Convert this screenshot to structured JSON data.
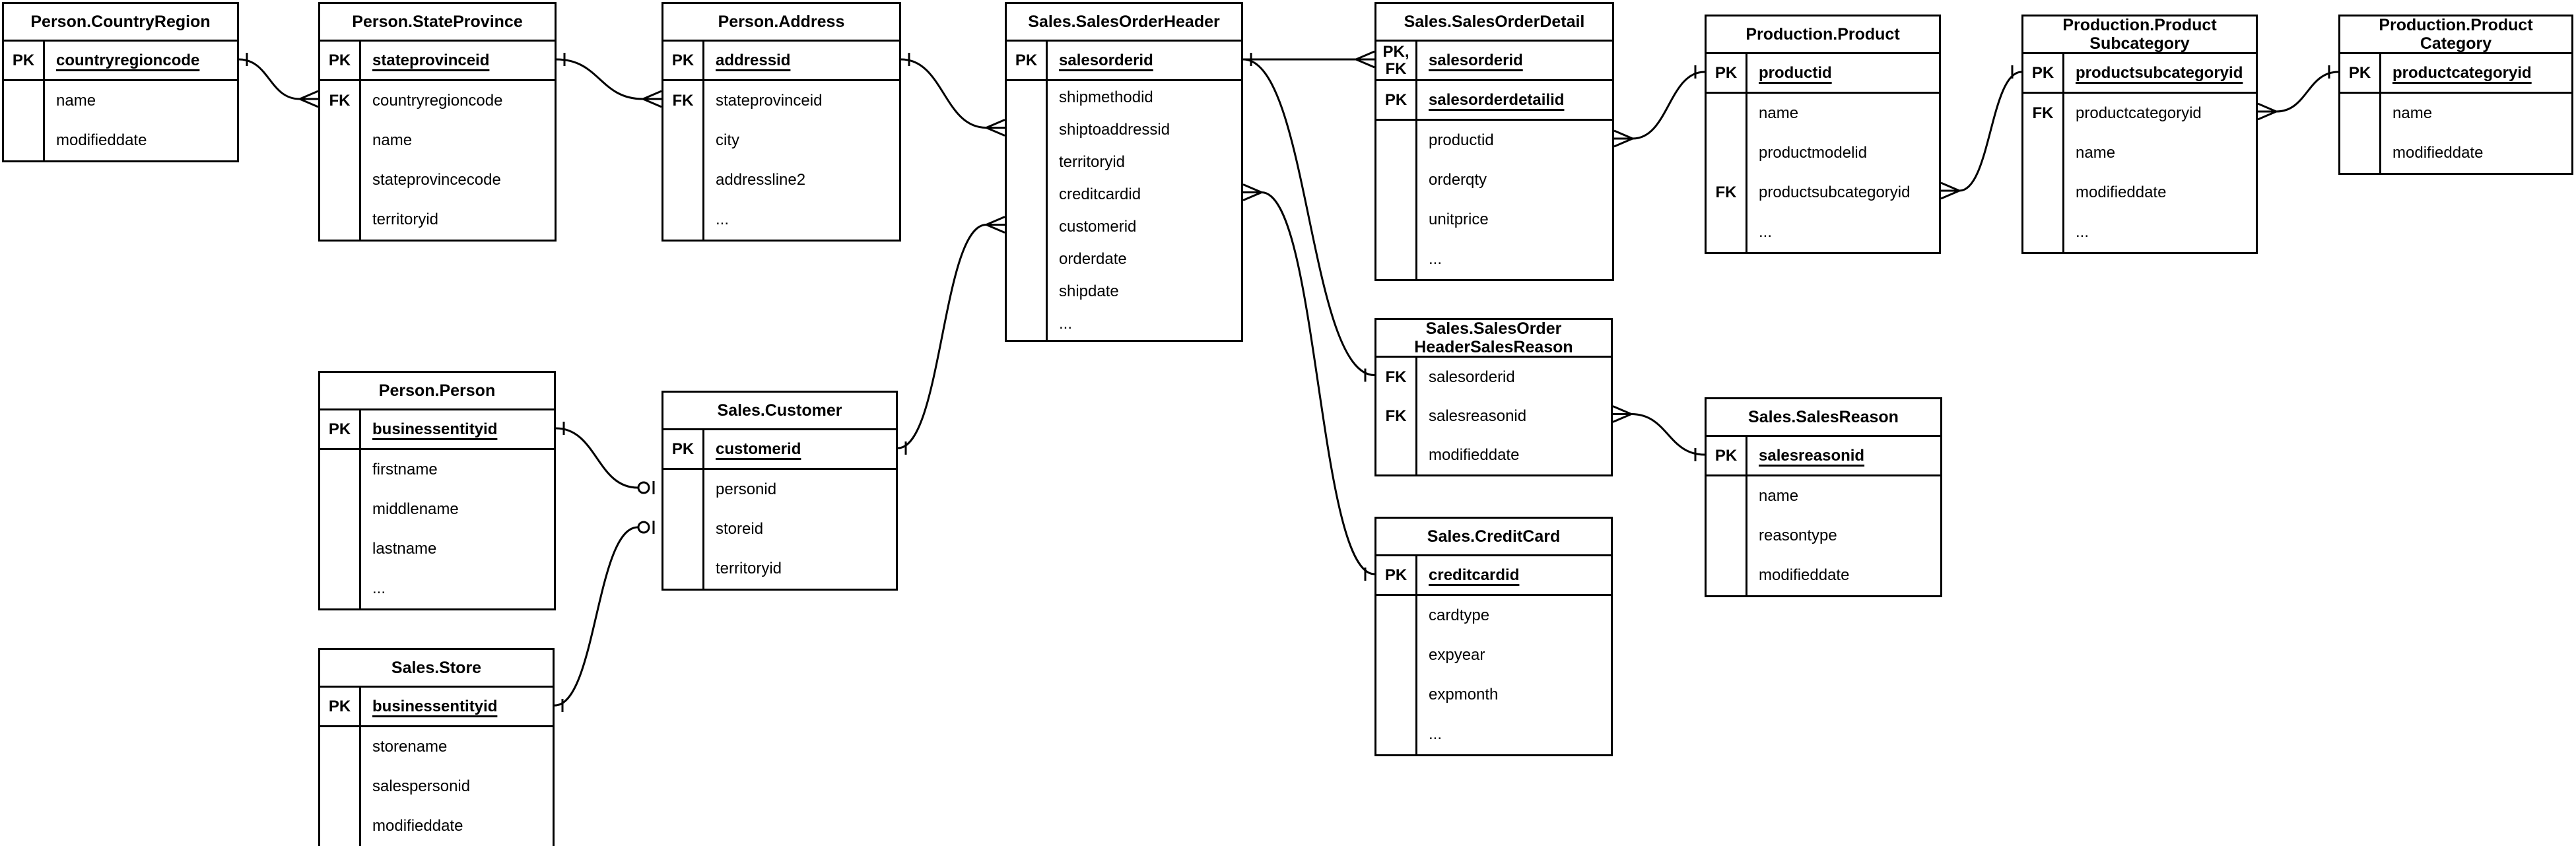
{
  "diagram": {
    "type": "entity-relationship",
    "notation": "crow's foot",
    "colors": {
      "line": "#000000",
      "background": "#ffffff",
      "text": "#000000"
    },
    "tables": [
      {
        "id": "person-countryregion",
        "title_lines": [
          "Person.CountryRegion"
        ],
        "key_rows": [
          {
            "key_lines": [
              "PK"
            ],
            "name": "countryregioncode"
          }
        ],
        "fields": [
          {
            "key": "",
            "name": "name"
          },
          {
            "key": "",
            "name": "modifieddate"
          }
        ]
      },
      {
        "id": "person-stateprovince",
        "title_lines": [
          "Person.StateProvince"
        ],
        "key_rows": [
          {
            "key_lines": [
              "PK"
            ],
            "name": "stateprovinceid"
          }
        ],
        "fields": [
          {
            "key": "FK",
            "name": "countryregioncode"
          },
          {
            "key": "",
            "name": "name"
          },
          {
            "key": "",
            "name": "stateprovincecode"
          },
          {
            "key": "",
            "name": "territoryid"
          }
        ]
      },
      {
        "id": "person-address",
        "title_lines": [
          "Person.Address"
        ],
        "key_rows": [
          {
            "key_lines": [
              "PK"
            ],
            "name": "addressid"
          }
        ],
        "fields": [
          {
            "key": "FK",
            "name": "stateprovinceid"
          },
          {
            "key": "",
            "name": "city"
          },
          {
            "key": "",
            "name": "addressline2"
          },
          {
            "key": "",
            "name": "..."
          }
        ]
      },
      {
        "id": "sales-salesorderheader",
        "title_lines": [
          "Sales.SalesOrderHeader"
        ],
        "key_rows": [
          {
            "key_lines": [
              "PK"
            ],
            "name": "salesorderid"
          }
        ],
        "fields": [
          {
            "key": "",
            "name": "shipmethodid"
          },
          {
            "key": "",
            "name": "shiptoaddressid"
          },
          {
            "key": "",
            "name": "territoryid"
          },
          {
            "key": "",
            "name": "creditcardid"
          },
          {
            "key": "",
            "name": "customerid"
          },
          {
            "key": "",
            "name": "orderdate"
          },
          {
            "key": "",
            "name": "shipdate"
          },
          {
            "key": "",
            "name": "..."
          }
        ]
      },
      {
        "id": "sales-salesorderdetail",
        "title_lines": [
          "Sales.SalesOrderDetail"
        ],
        "key_rows": [
          {
            "key_lines": [
              "PK,",
              "FK"
            ],
            "name": "salesorderid"
          },
          {
            "key_lines": [
              "PK"
            ],
            "name": "salesorderdetailid"
          }
        ],
        "fields": [
          {
            "key": "",
            "name": "productid"
          },
          {
            "key": "",
            "name": "orderqty"
          },
          {
            "key": "",
            "name": "unitprice"
          },
          {
            "key": "",
            "name": "..."
          }
        ]
      },
      {
        "id": "production-product",
        "title_lines": [
          "Production.Product"
        ],
        "key_rows": [
          {
            "key_lines": [
              "PK"
            ],
            "name": "productid"
          }
        ],
        "fields": [
          {
            "key": "",
            "name": "name"
          },
          {
            "key": "",
            "name": "productmodelid"
          },
          {
            "key": "FK",
            "name": "productsubcategoryid"
          },
          {
            "key": "",
            "name": "..."
          }
        ]
      },
      {
        "id": "production-productsubcategory",
        "title_lines": [
          "Production.Product",
          "Subcategory"
        ],
        "key_rows": [
          {
            "key_lines": [
              "PK"
            ],
            "name": "productsubcategoryid"
          }
        ],
        "fields": [
          {
            "key": "FK",
            "name": "productcategoryid"
          },
          {
            "key": "",
            "name": "name"
          },
          {
            "key": "",
            "name": "modifieddate"
          },
          {
            "key": "",
            "name": "..."
          }
        ]
      },
      {
        "id": "production-productcategory",
        "title_lines": [
          "Production.Product",
          "Category"
        ],
        "key_rows": [
          {
            "key_lines": [
              "PK"
            ],
            "name": "productcategoryid"
          }
        ],
        "fields": [
          {
            "key": "",
            "name": "name"
          },
          {
            "key": "",
            "name": "modifieddate"
          }
        ]
      },
      {
        "id": "person-person",
        "title_lines": [
          "Person.Person"
        ],
        "key_rows": [
          {
            "key_lines": [
              "PK"
            ],
            "name": "businessentityid"
          }
        ],
        "fields": [
          {
            "key": "",
            "name": "firstname"
          },
          {
            "key": "",
            "name": "middlename"
          },
          {
            "key": "",
            "name": "lastname"
          },
          {
            "key": "",
            "name": "..."
          }
        ]
      },
      {
        "id": "sales-customer",
        "title_lines": [
          "Sales.Customer"
        ],
        "key_rows": [
          {
            "key_lines": [
              "PK"
            ],
            "name": "customerid"
          }
        ],
        "fields": [
          {
            "key": "",
            "name": "personid"
          },
          {
            "key": "",
            "name": "storeid"
          },
          {
            "key": "",
            "name": "territoryid"
          }
        ]
      },
      {
        "id": "sales-store",
        "title_lines": [
          "Sales.Store"
        ],
        "key_rows": [
          {
            "key_lines": [
              "PK"
            ],
            "name": "businessentityid"
          }
        ],
        "fields": [
          {
            "key": "",
            "name": "storename"
          },
          {
            "key": "",
            "name": "salespersonid"
          },
          {
            "key": "",
            "name": "modifieddate"
          }
        ]
      },
      {
        "id": "sales-salesorderheadersalesreason",
        "title_lines": [
          "Sales.SalesOrder",
          "HeaderSalesReason"
        ],
        "key_rows": [],
        "fields": [
          {
            "key": "FK",
            "name": "salesorderid"
          },
          {
            "key": "FK",
            "name": "salesreasonid"
          },
          {
            "key": "",
            "name": "modifieddate"
          }
        ]
      },
      {
        "id": "sales-salesreason",
        "title_lines": [
          "Sales.SalesReason"
        ],
        "key_rows": [
          {
            "key_lines": [
              "PK"
            ],
            "name": "salesreasonid"
          }
        ],
        "fields": [
          {
            "key": "",
            "name": "name"
          },
          {
            "key": "",
            "name": "reasontype"
          },
          {
            "key": "",
            "name": "modifieddate"
          }
        ]
      },
      {
        "id": "sales-creditcard",
        "title_lines": [
          "Sales.CreditCard"
        ],
        "key_rows": [
          {
            "key_lines": [
              "PK"
            ],
            "name": "creditcardid"
          }
        ],
        "fields": [
          {
            "key": "",
            "name": "cardtype"
          },
          {
            "key": "",
            "name": "expyear"
          },
          {
            "key": "",
            "name": "expmonth"
          },
          {
            "key": "",
            "name": "..."
          }
        ]
      }
    ],
    "connectors": [
      {
        "from_table": "person-countryregion",
        "from_row": "countryregioncode",
        "from_card": "one",
        "to_table": "person-stateprovince",
        "to_row": "countryregioncode",
        "to_card": "many"
      },
      {
        "from_table": "person-stateprovince",
        "from_row": "stateprovinceid",
        "from_card": "one",
        "to_table": "person-address",
        "to_row": "stateprovinceid",
        "to_card": "many"
      },
      {
        "from_table": "person-address",
        "from_row": "addressid",
        "from_card": "one",
        "to_table": "sales-salesorderheader",
        "to_row": "shiptoaddressid",
        "to_card": "many"
      },
      {
        "from_table": "sales-salesorderheader",
        "from_row": "salesorderid",
        "from_card": "one",
        "to_table": "sales-salesorderdetail",
        "to_row": "salesorderid",
        "to_card": "many"
      },
      {
        "from_table": "sales-salesorderheader",
        "from_row": "salesorderid",
        "from_card": "one",
        "to_table": "sales-salesorderheadersalesreason",
        "to_row": "salesorderid",
        "to_card": "one"
      },
      {
        "from_table": "sales-salesorderheader",
        "from_row": "creditcardid",
        "from_card": "many",
        "to_table": "sales-creditcard",
        "to_row": "creditcardid",
        "to_card": "one"
      },
      {
        "from_table": "sales-customer",
        "from_row": "customerid",
        "from_card": "one",
        "to_table": "sales-salesorderheader",
        "to_row": "customerid",
        "to_card": "many"
      },
      {
        "from_table": "person-person",
        "from_row": "businessentityid",
        "from_card": "one",
        "to_table": "sales-customer",
        "to_row": "personid",
        "to_card": "zero-or-one"
      },
      {
        "from_table": "sales-store",
        "from_row": "businessentityid",
        "from_card": "one",
        "to_table": "sales-customer",
        "to_row": "storeid",
        "to_card": "zero-or-one"
      },
      {
        "from_table": "sales-salesorderheadersalesreason",
        "from_row": "salesreasonid",
        "from_card": "many",
        "to_table": "sales-salesreason",
        "to_row": "salesreasonid",
        "to_card": "one"
      },
      {
        "from_table": "sales-salesorderdetail",
        "from_row": "productid",
        "from_card": "many",
        "to_table": "production-product",
        "to_row": "productid",
        "to_card": "one"
      },
      {
        "from_table": "production-product",
        "from_row": "productsubcategoryid",
        "from_card": "many",
        "to_table": "production-productsubcategory",
        "to_row": "productsubcategoryid",
        "to_card": "one"
      },
      {
        "from_table": "production-productsubcategory",
        "from_row": "productcategoryid",
        "from_card": "many",
        "to_table": "production-productcategory",
        "to_row": "productcategoryid",
        "to_card": "one"
      }
    ]
  }
}
